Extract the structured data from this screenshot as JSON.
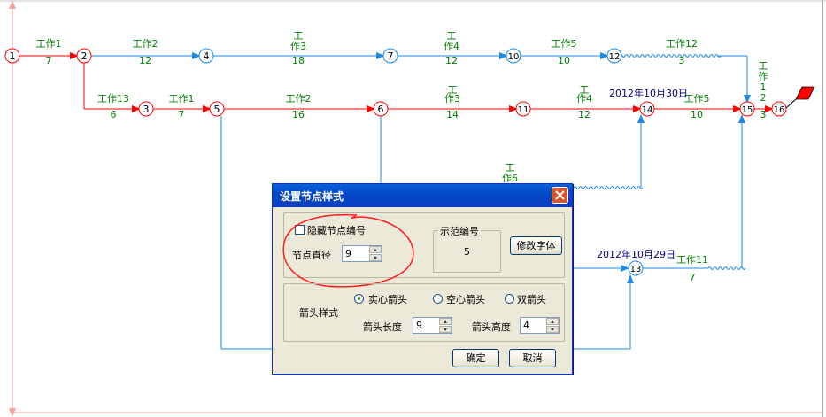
{
  "diagram": {
    "nodes": [
      {
        "id": "1"
      },
      {
        "id": "2"
      },
      {
        "id": "4"
      },
      {
        "id": "7"
      },
      {
        "id": "10"
      },
      {
        "id": "12"
      },
      {
        "id": "3"
      },
      {
        "id": "5"
      },
      {
        "id": "6"
      },
      {
        "id": "11"
      },
      {
        "id": "14"
      },
      {
        "id": "15"
      },
      {
        "id": "16"
      },
      {
        "id": "13"
      }
    ],
    "edges": [
      {
        "from": "1",
        "to": "2",
        "name": "工作1",
        "duration": "7"
      },
      {
        "from": "2",
        "to": "4",
        "name": "工作2",
        "duration": "12"
      },
      {
        "from": "4",
        "to": "7",
        "name_line1": "工",
        "name_line2": "作3",
        "duration": "18"
      },
      {
        "from": "7",
        "to": "10",
        "name_line1": "工",
        "name_line2": "作4",
        "duration": "12"
      },
      {
        "from": "10",
        "to": "12",
        "name": "工作5",
        "duration": "10"
      },
      {
        "from": "12",
        "to": "15",
        "name": "工作12",
        "duration": "3"
      },
      {
        "from": "2",
        "to": "3",
        "name": "工作13",
        "duration": "6"
      },
      {
        "from": "3",
        "to": "5",
        "name": "工作1",
        "duration": "7"
      },
      {
        "from": "5",
        "to": "6",
        "name": "工作2",
        "duration": "16"
      },
      {
        "from": "6",
        "to": "11",
        "name_line1": "工",
        "name_line2": "作3",
        "duration": "14"
      },
      {
        "from": "11",
        "to": "14",
        "name_line1": "工",
        "name_line2": "作4",
        "duration": "12"
      },
      {
        "from": "14",
        "to": "15",
        "name": "工作5",
        "duration": "10"
      },
      {
        "from": "15",
        "to": "16",
        "name_v": [
          "工",
          "作",
          "1",
          "2"
        ],
        "duration": "3"
      },
      {
        "from": "6",
        "to": "14",
        "name_line1": "工",
        "name_line2": "作6"
      },
      {
        "from": "13",
        "to": "15",
        "name": "工作11",
        "duration": "7"
      }
    ],
    "dates": {
      "node14": "2012年10月30日",
      "node13": "2012年10月29日"
    },
    "colors": {
      "critical": "#ff0000",
      "normal": "#1e8ae6",
      "label": "#008000",
      "date": "#000080"
    }
  },
  "dialog": {
    "title": "设置节点样式",
    "close_icon": "close-icon",
    "hide_node_number": "隐藏节点编号",
    "node_diameter_label": "节点直径",
    "node_diameter_value": "9",
    "sample_group_title": "示范编号",
    "sample_number": "5",
    "modify_font_button": "修改字体",
    "arrow_style_label": "箭头样式",
    "arrow_options": [
      "实心箭头",
      "空心箭头",
      "双箭头"
    ],
    "arrow_selected": 0,
    "arrow_length_label": "箭头长度",
    "arrow_length_value": "9",
    "arrow_height_label": "箭头高度",
    "arrow_height_value": "4",
    "ok_button": "确定",
    "cancel_button": "取消"
  }
}
